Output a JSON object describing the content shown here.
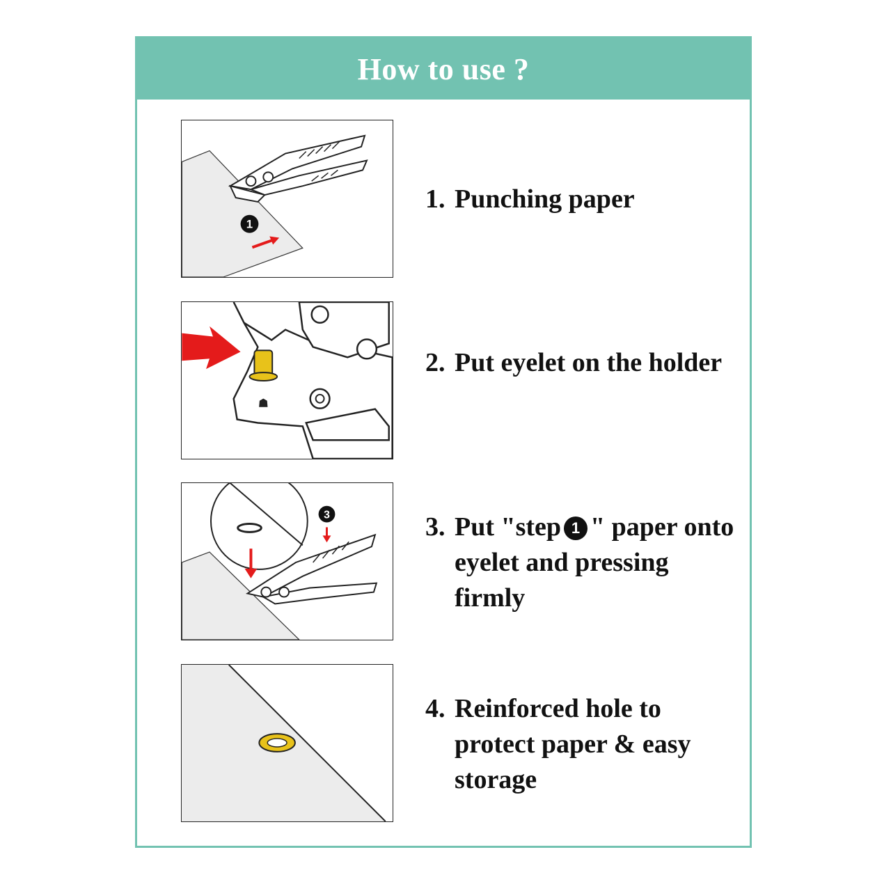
{
  "header": {
    "title": "How to use ?"
  },
  "colors": {
    "accent": "#72c2b1",
    "arrow": "#e41b1b",
    "eyelet": "#e8c21a"
  },
  "steps": [
    {
      "number": "1.",
      "text": "Punching paper",
      "badge": "1",
      "icon": "punch-pliers-paper-illustration"
    },
    {
      "number": "2.",
      "text": "Put eyelet on the holder",
      "icon": "eyelet-on-holder-illustration"
    },
    {
      "number": "3.",
      "text_before": "Put \"step",
      "badge": "1",
      "text_after": "\" paper onto eyelet and pressing firmly",
      "badge_illustration": "3",
      "icon": "press-pliers-illustration"
    },
    {
      "number": "4.",
      "text": "Reinforced hole to protect paper & easy storage",
      "icon": "reinforced-hole-illustration"
    }
  ]
}
